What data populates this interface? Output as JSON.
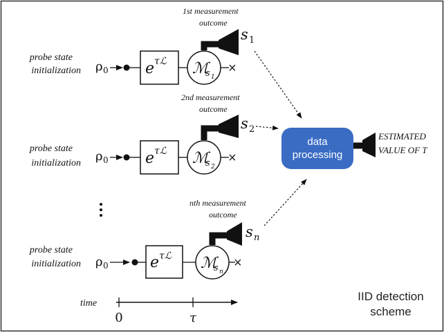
{
  "rows": [
    {
      "init_line1": "probe state",
      "init_line2": "initialization",
      "rho_base": "ρ",
      "rho_sub": "0",
      "exp_base": "e",
      "exp_sup": "τℒ",
      "meas_base": "ℳ",
      "meas_sub": "s",
      "meas_subsub": "1",
      "outcome_line1": "1st measurement",
      "outcome_line2": "outcome",
      "s_base": "s",
      "s_sub": "1"
    },
    {
      "init_line1": "probe state",
      "init_line2": "initialization",
      "rho_base": "ρ",
      "rho_sub": "0",
      "exp_base": "e",
      "exp_sup": "τℒ",
      "meas_base": "ℳ",
      "meas_sub": "s",
      "meas_subsub": "2",
      "outcome_line1": "2nd measurement",
      "outcome_line2": "outcome",
      "s_base": "s",
      "s_sub": "2"
    },
    {
      "init_line1": "probe state",
      "init_line2": "initialization",
      "rho_base": "ρ",
      "rho_sub": "0",
      "exp_base": "e",
      "exp_sup": "τℒ",
      "meas_base": "ℳ",
      "meas_sub": "s",
      "meas_subsub": "n",
      "outcome_line1": "nth measurement",
      "outcome_line2": "outcome",
      "s_base": "s",
      "s_sub": "n"
    }
  ],
  "discard_mark": "×",
  "processing": {
    "line1": "data",
    "line2": "processing",
    "color": "#3a6cc4"
  },
  "estimate": {
    "line1": "ESTIMATED",
    "line2": "VALUE OF T"
  },
  "timeline": {
    "label": "time",
    "tick_zero": "0",
    "tick_tau": "τ"
  },
  "caption": {
    "line1": "IID detection",
    "line2": "scheme"
  }
}
